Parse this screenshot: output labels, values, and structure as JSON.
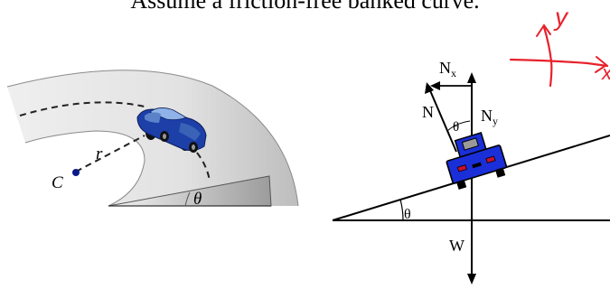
{
  "heading": "Assume a friction-free banked curve.",
  "left_diagram": {
    "center_label": "C",
    "radius_label": "r",
    "angle_label": "θ"
  },
  "right_diagram": {
    "normal_label": "N",
    "normal_x_label_base": "N",
    "normal_x_label_sub": "x",
    "normal_y_label_base": "N",
    "normal_y_label_sub": "y",
    "normal_angle_label": "θ",
    "incline_angle_label": "θ",
    "weight_label": "W"
  },
  "annotation": {
    "y_label": "y",
    "x_label": "x"
  },
  "colors": {
    "car_blue": "#1a2fd8",
    "car_dark_blue": "#0a1a8a",
    "road_gray": "#d9d9d9",
    "ink_red": "#e8212b"
  }
}
